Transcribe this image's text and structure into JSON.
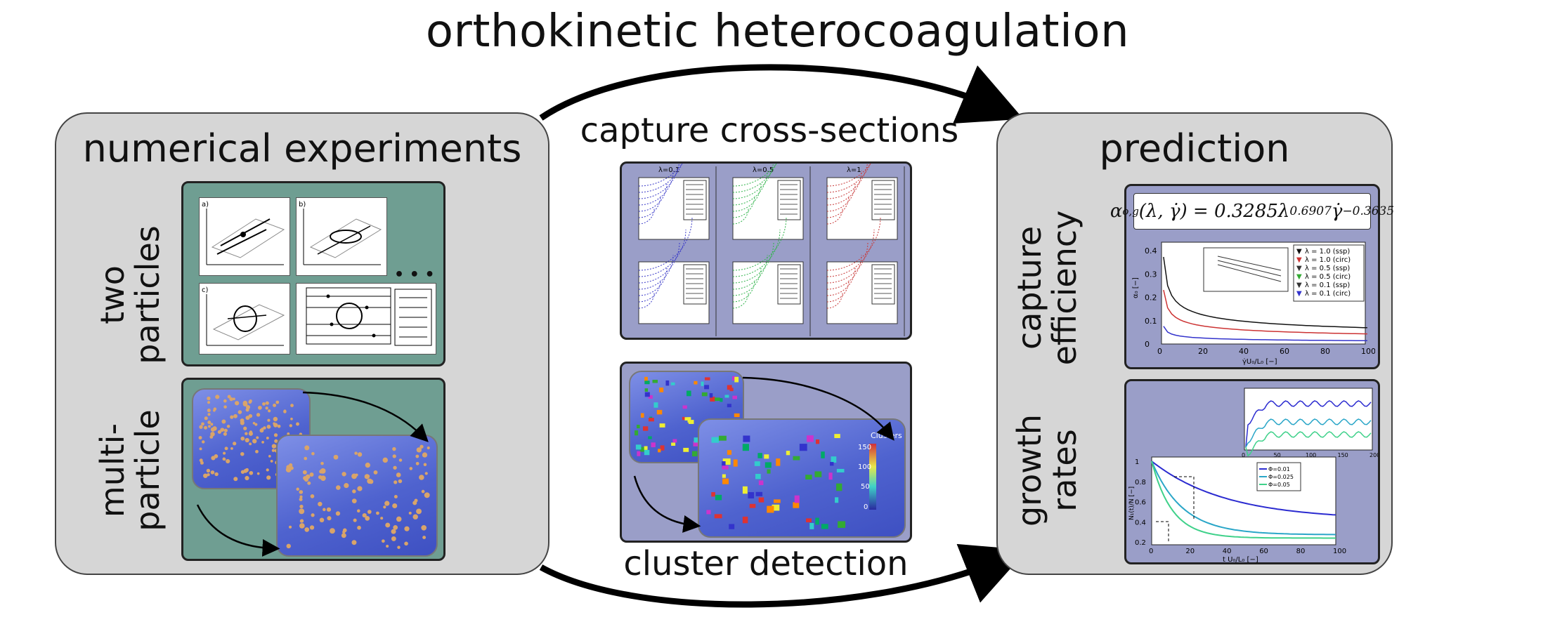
{
  "title": "orthokinetic heterocoagulation",
  "left": {
    "title": "numerical experiments",
    "top_label": "two\nparticles",
    "bottom_label": "multi-\nparticle",
    "ellipsis": "• • •",
    "panel_letters": [
      "a)",
      "b)",
      "c)"
    ]
  },
  "center": {
    "top_title": "capture cross-sections",
    "bottom_title": "cluster detection",
    "lambda_labels": [
      "λ=0.1",
      "λ=0.5",
      "λ=1"
    ],
    "colorbar_title": "Clusters",
    "colorbar_ticks": [
      "150",
      "100",
      "50",
      "0"
    ]
  },
  "right": {
    "title": "prediction",
    "top_label": "capture\nefficiency",
    "bottom_label": "growth\nrates",
    "formula_lhs": "α",
    "formula_lhs_sub": "o,g",
    "formula_args": "(λ, γ̇) = 0.3285λ",
    "formula_exp1": "0.6907",
    "formula_gamma": "γ̇",
    "formula_exp2": "−0.3635",
    "efficiency_legend": [
      "λ = 1.0 (ssp)",
      "λ = 1.0 (circ)",
      "λ = 0.5 (ssp)",
      "λ = 0.5 (circ)",
      "λ = 0.1 (ssp)",
      "λ = 0.1 (circ)"
    ],
    "efficiency_yticks": [
      "0.4",
      "0.3",
      "0.2",
      "0.1",
      "0"
    ],
    "efficiency_xticks": [
      "0",
      "20",
      "40",
      "60",
      "80",
      "100"
    ],
    "efficiency_xlabel": "γ̇U₀/L₀ [−]",
    "efficiency_ylabel": "α₀ [−]",
    "growth_legend": [
      "Φ=0.01",
      "Φ=0.025",
      "Φ=0.05"
    ],
    "growth_yticks": [
      "1",
      "0.8",
      "0.6",
      "0.4",
      "0.2"
    ],
    "growth_xticks": [
      "0",
      "20",
      "40",
      "60",
      "80",
      "100"
    ],
    "growth_xlabel": "t U₀/L₀ [−]",
    "growth_ylabel": "N₁(t)/N [−]",
    "growth_inset_xticks": [
      "0",
      "50",
      "100",
      "150",
      "200"
    ]
  },
  "colors": {
    "panel_bg": "#d6d6d6",
    "green_box": "#6f9e92",
    "lavender_box": "#9a9ec8",
    "blue_series": "#2b2bd0",
    "cyan_series": "#2aa6c8",
    "green_series": "#3fd18a"
  }
}
